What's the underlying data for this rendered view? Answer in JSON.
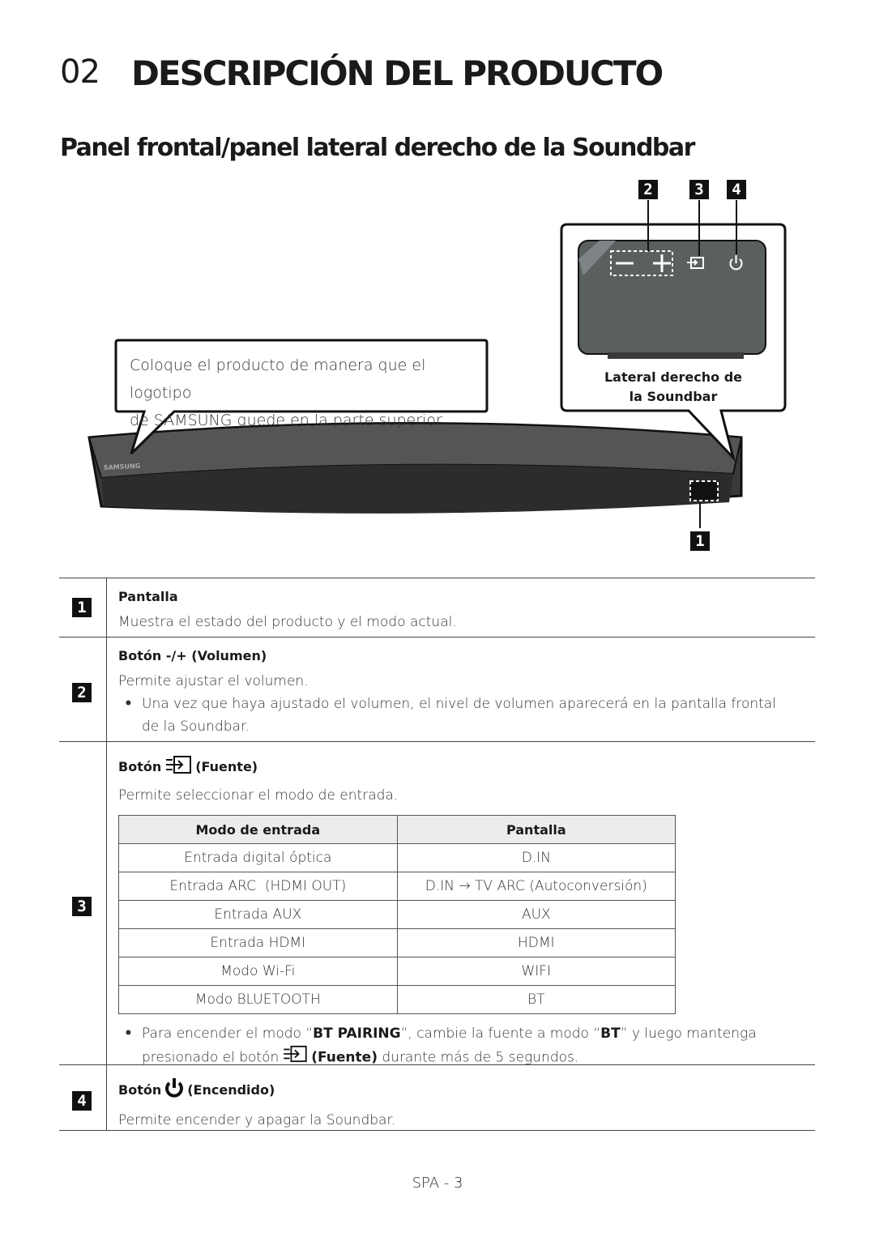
{
  "header": {
    "chapter_number": "02",
    "chapter_title": "DESCRIPCIÓN DEL PRODUCTO",
    "section_title": "Panel frontal/panel lateral derecho de la Soundbar"
  },
  "figure": {
    "callout_line1": "Coloque el producto de manera que el logotipo",
    "callout_line2": "de SAMSUNG quede en la parte superior.",
    "side_label_line1": "Lateral derecho de",
    "side_label_line2": "la Soundbar",
    "logo_text": "SAMSUNG",
    "callout_numbers": [
      "2",
      "3",
      "4"
    ],
    "display_number": "1"
  },
  "parts": [
    {
      "number": "1",
      "title": "Pantalla",
      "desc": "Muestra el estado del producto y el modo actual."
    },
    {
      "number": "2",
      "title": "Botón -/+ (Volumen)",
      "desc": "Permite ajustar el volumen.",
      "bullet": "Una vez que haya ajustado el volumen, el nivel de volumen aparecerá en la pantalla frontal de la Soundbar."
    },
    {
      "number": "3",
      "title_prefix": "Botón",
      "title_suffix": "(Fuente)",
      "icon": "source-icon",
      "desc": "Permite seleccionar el modo de entrada.",
      "table": {
        "headers": [
          "Modo de entrada",
          "Pantalla"
        ],
        "rows": [
          [
            "Entrada digital óptica",
            "D.IN"
          ],
          [
            "Entrada ARC  (HDMI OUT)",
            "D.IN → TV ARC (Autoconversión)"
          ],
          [
            "Entrada AUX",
            "AUX"
          ],
          [
            "Entrada HDMI",
            "HDMI"
          ],
          [
            "Modo Wi-Fi",
            "WIFI"
          ],
          [
            "Modo BLUETOOTH",
            "BT"
          ]
        ]
      },
      "bullet_parts": {
        "a": "Para encender el modo “",
        "b": "BT PAIRING",
        "c": "”, cambie la fuente a modo “",
        "d": "BT",
        "e": "” y luego mantenga presionado el botón",
        "f": "(Fuente)",
        "g": " durante más de 5 segundos."
      }
    },
    {
      "number": "4",
      "title_prefix": "Botón",
      "title_suffix": "(Encendido)",
      "icon": "power-icon",
      "desc": "Permite encender y apagar la Soundbar."
    }
  ],
  "footer": {
    "page": "SPA - 3"
  }
}
